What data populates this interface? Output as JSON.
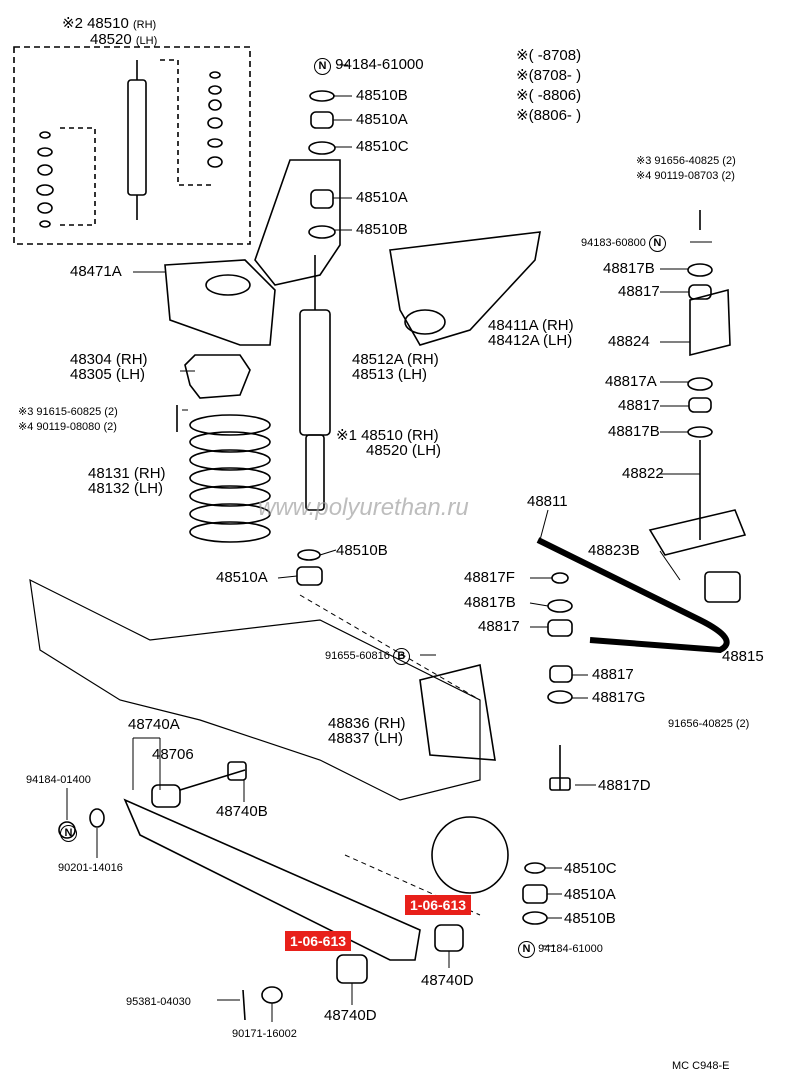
{
  "labels": {
    "kit_2": {
      "mark": "※2",
      "rh": "48510",
      "lh": "48520",
      "rh_tag": "(RH)",
      "lh_tag": "(LH)"
    },
    "n_top": "94184-61000",
    "p48510B_1": "48510B",
    "p48510A_1": "48510A",
    "p48510C_1": "48510C",
    "p48510A_2": "48510A",
    "p48510B_2": "48510B",
    "legend": [
      "※(      -8708)",
      "※(8708-      )",
      "※(      -8806)",
      "※(8806-      )"
    ],
    "bolt_3r": "※3 91656-40825 (2)",
    "bolt_4r": "※4 90119-08703 (2)",
    "p94183": "94183-60800",
    "p48817B_1": "48817B",
    "p48817_1": "48817",
    "p48824": "48824",
    "p48471A": "48471A",
    "p48411A": "48411A (RH)",
    "p48412A": "48412A (LH)",
    "p48512A": "48512A (RH)",
    "p48513": "48513 (LH)",
    "p48304": "48304 (RH)",
    "p48305": "48305 (LH)",
    "bolt_3l": "※3 91615-60825 (2)",
    "bolt_4l": "※4 90119-08080 (2)",
    "shock_1": {
      "mark": "※1",
      "rh": "48510 (RH)",
      "lh": "48520 (LH)"
    },
    "p48131": "48131 (RH)",
    "p48132": "48132 (LH)",
    "p48817A": "48817A",
    "p48817_2": "48817",
    "p48817B_2": "48817B",
    "p48822": "48822",
    "p48811": "48811",
    "p48823B": "48823B",
    "p48510B_3": "48510B",
    "p48510A_3": "48510A",
    "p48817F": "48817F",
    "p48817B_3": "48817B",
    "p48817_3": "48817",
    "p48815": "48815",
    "p91655": "91655-60816",
    "p48817_4": "48817",
    "p48817G": "48817G",
    "p48836": "48836 (RH)",
    "p48837": "48837 (LH)",
    "p91656_b": "91656-40825 (2)",
    "p48740A": "48740A",
    "p48706": "48706",
    "p94184_01400": "94184-01400",
    "p48740B": "48740B",
    "p48817D": "48817D",
    "p90201": "90201-14016",
    "p48510C_b": "48510C",
    "p48510A_b": "48510A",
    "p48510B_b": "48510B",
    "n_bottom": "94184-61000",
    "p95381": "95381-04030",
    "p90171": "90171-16002",
    "p48740D_1": "48740D",
    "p48740D_2": "48740D",
    "ref_code": "MC  C948-E"
  },
  "badges": {
    "b1": "1-06-613",
    "b2": "1-06-613"
  },
  "watermark": "www.polyurethan.ru",
  "glyphs": {
    "n": "N",
    "b": "B"
  },
  "colors": {
    "badge": "#e8201a",
    "line": "#000000"
  }
}
